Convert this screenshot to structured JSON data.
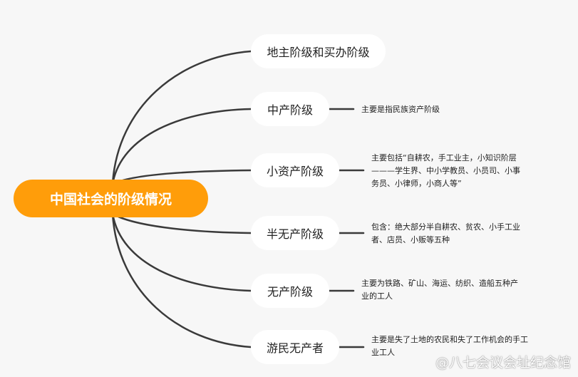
{
  "root": {
    "label": "中国社会的阶级情况"
  },
  "branches": [
    {
      "label": "地主阶级和买办阶级",
      "note": ""
    },
    {
      "label": "中产阶级",
      "note": "主要是指民族资产阶级"
    },
    {
      "label": "小资产阶级",
      "note": "主要包括“自耕农，手工业主，小知识阶层\n———学生界、中小学教员、小员司、小事\n务员、小律师，小商人等”"
    },
    {
      "label": "半无产阶级",
      "note": "包含：绝大部分半自耕农、贫农、小手工业\n者、店员、小贩等五种"
    },
    {
      "label": "无产阶级",
      "note": "主要为铁路、矿山、海运、纺织、造船五种产\n业的工人"
    },
    {
      "label": "游民无产者",
      "note": "主要是失了土地的农民和失了工作机会的手工\n业工人"
    }
  ],
  "watermark": "@八七会议会址纪念馆",
  "colors": {
    "root_fill": "#ff9d0a",
    "root_text": "#ffffff",
    "branch_fill": "#ffffff",
    "connector": "#3a3a3a",
    "background": "#f7f7f7"
  }
}
